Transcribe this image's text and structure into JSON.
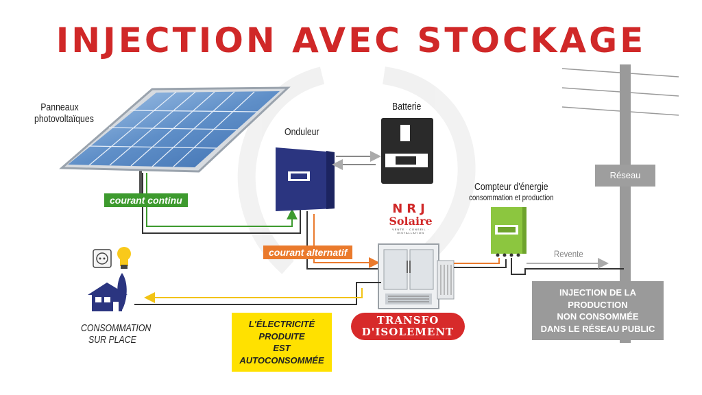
{
  "title": "INJECTION AVEC STOCKAGE",
  "labels": {
    "panels": "Panneaux\nphotovoltaïques",
    "inverter": "Onduleur",
    "battery": "Batterie",
    "meter_title": "Compteur d'énergie",
    "meter_sub": "consommation et production",
    "network": "Réseau",
    "resale": "Revente",
    "consumption": "CONSOMMATION\nSUR PLACE"
  },
  "tags": {
    "dc": "courant continu",
    "ac": "courant alternatif"
  },
  "boxes": {
    "injection": "INJECTION DE LA PRODUCTION\nNON CONSOMMÉE\nDANS LE RÉSEAU PUBLIC",
    "autoconso": "L'ÉLECTRICITÉ PRODUITE\nEST AUTOCONSOMMÉE",
    "transfo": "TRANSFO\nD'ISOLEMENT"
  },
  "logo": {
    "line1": "NRJ",
    "line2": "Solaire",
    "tagline": "VENTE · CONSEIL · INSTALLATION"
  },
  "battery_signs": {
    "minus": "−",
    "plus": "+"
  },
  "colors": {
    "title": "#d02828",
    "dc_line": "#3d9a2e",
    "ac_line": "#ea7a2c",
    "home_line": "#f2c314",
    "resale_line": "#b0b0b0",
    "inverter": "#2b3580",
    "battery": "#2a2a2a",
    "meter": "#8cc63f"
  },
  "icons": [
    "solar-panel-icon",
    "inverter-icon",
    "battery-icon",
    "energy-meter-icon",
    "transformer-icon",
    "utility-pole-icon",
    "house-icon",
    "power-outlet-icon",
    "light-bulb-icon"
  ]
}
